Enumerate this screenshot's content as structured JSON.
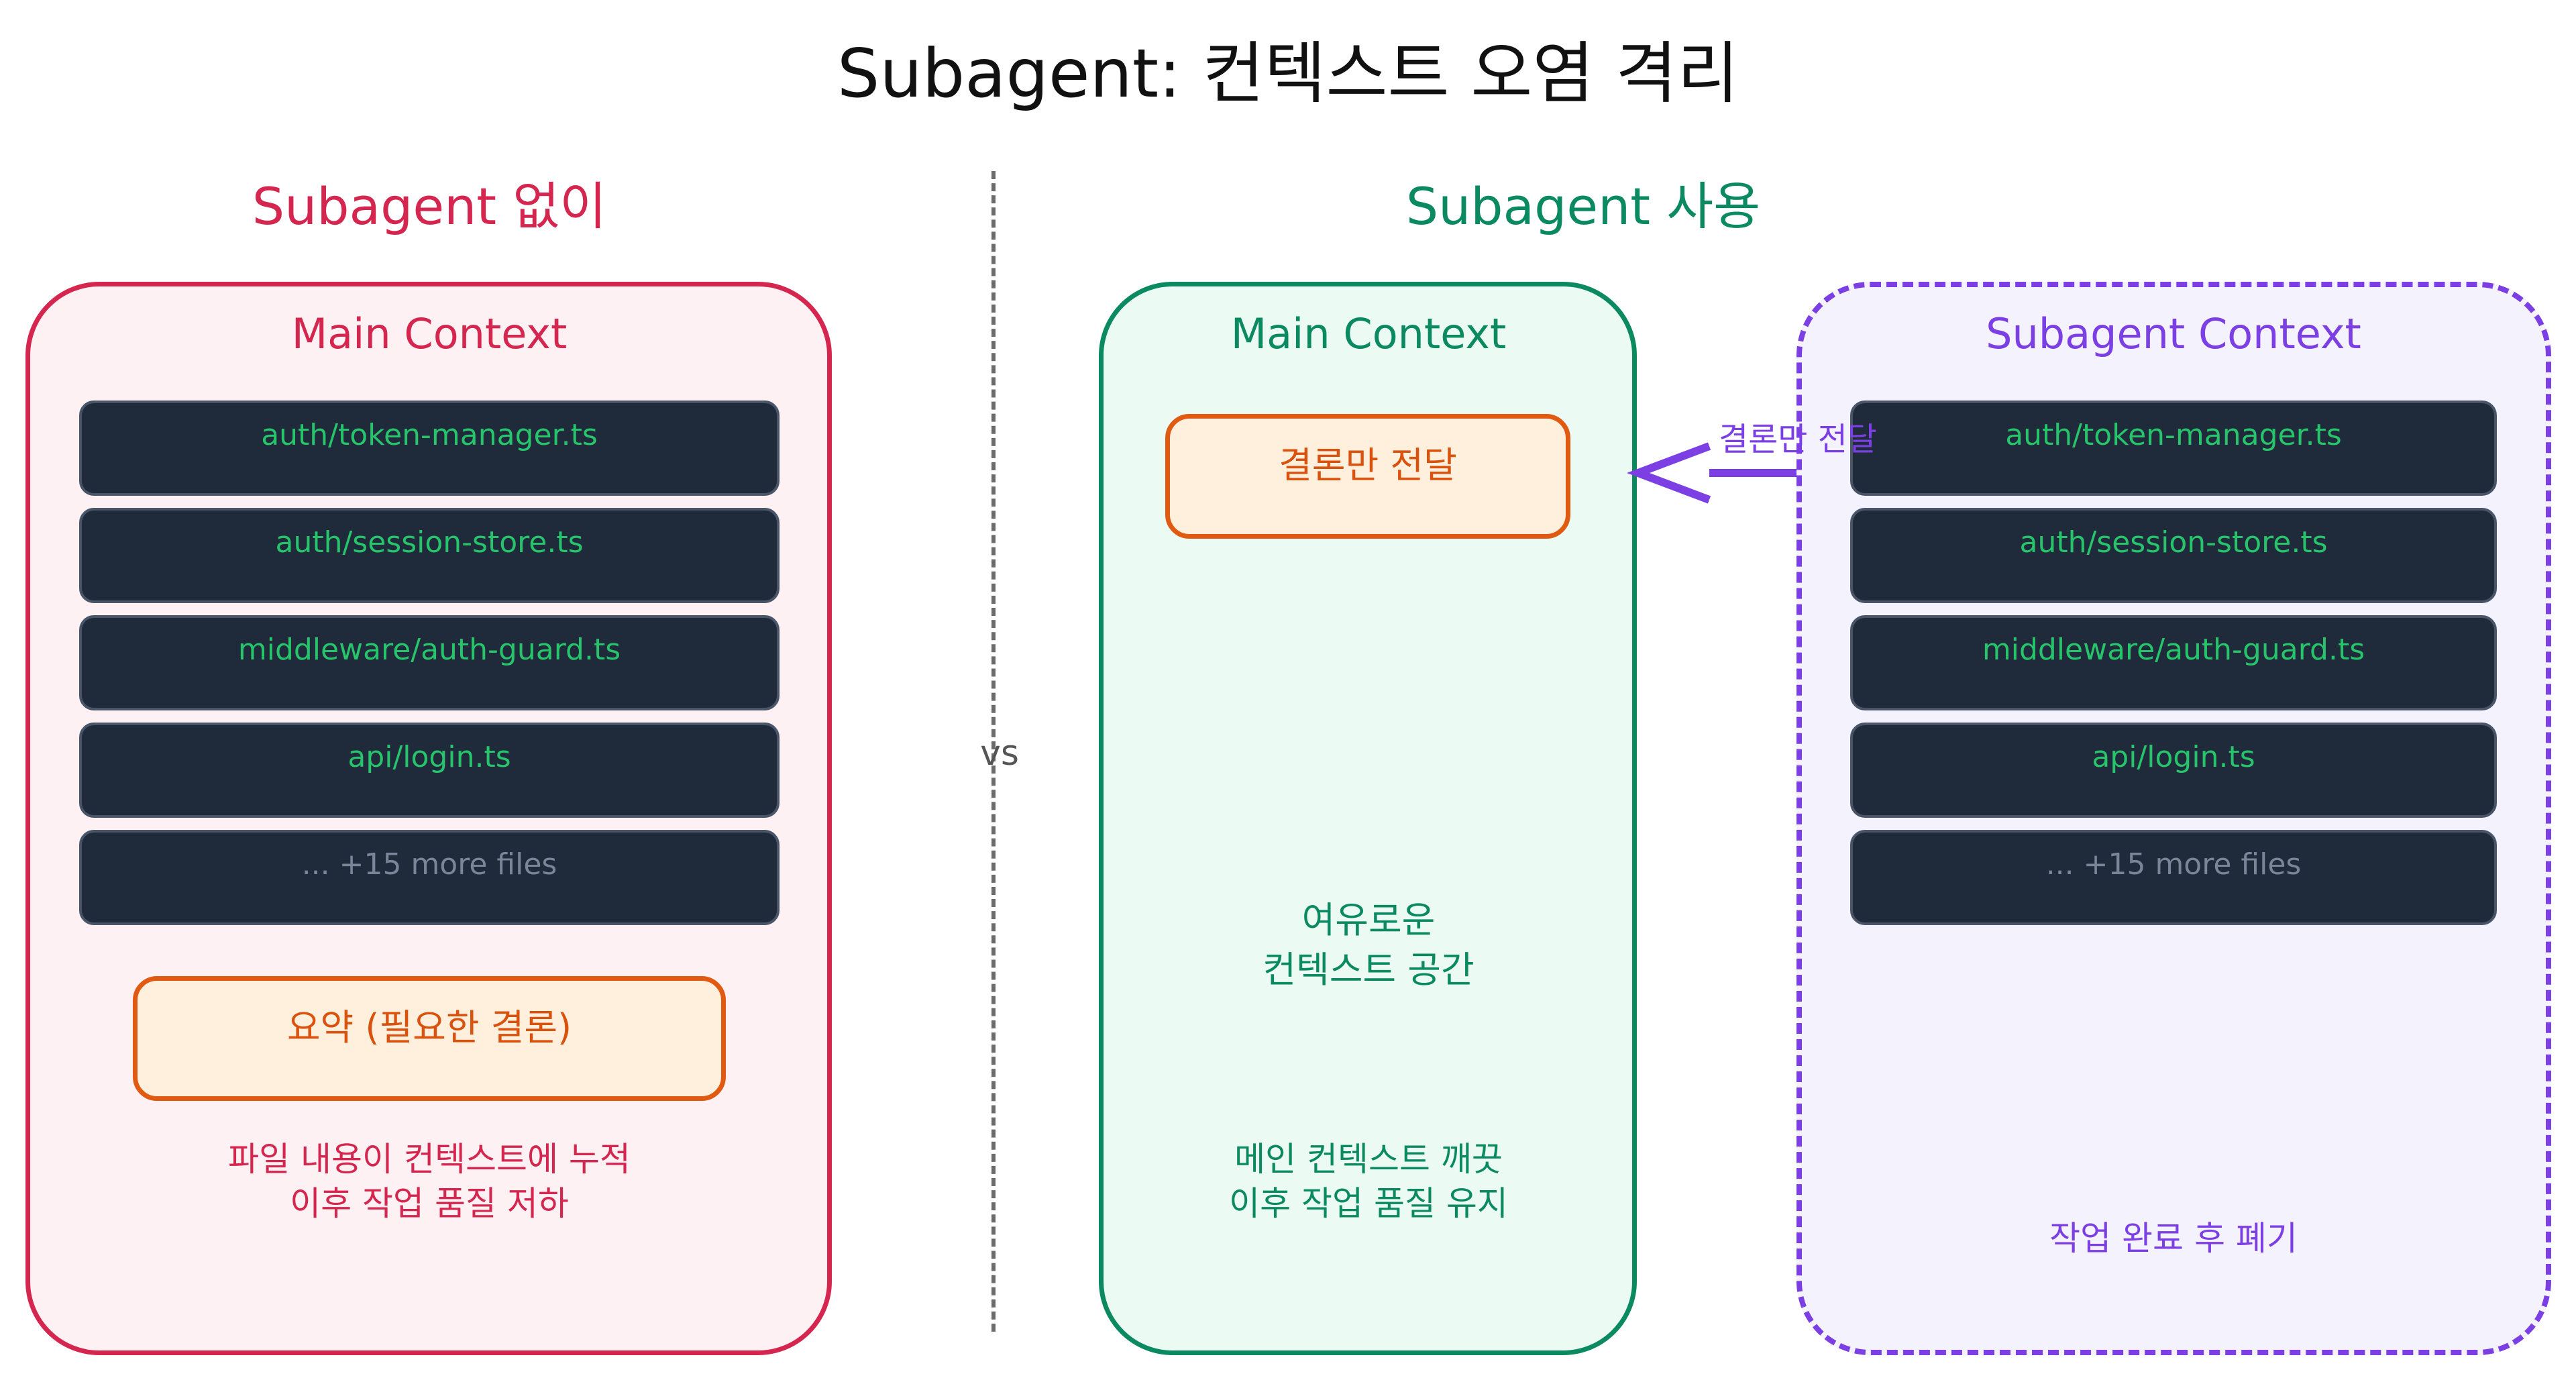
{
  "title": "Subagent: 컨텍스트 오염 격리",
  "vs_label": "vs",
  "left": {
    "section_title": "Subagent 없이",
    "panel_title": "Main Context",
    "files": [
      "auth/token-manager.ts",
      "auth/session-store.ts",
      "middleware/auth-guard.ts",
      "api/login.ts",
      "... +15 more files"
    ],
    "summary_box": "요약 (필요한 결론)",
    "note_lines": [
      "파일 내용이 컨텍스트에 누적",
      "이후 작업 품질 저하"
    ]
  },
  "right": {
    "section_title": "Subagent 사용",
    "main_panel": {
      "title": "Main Context",
      "result_box": "결론만 전달",
      "space_lines": [
        "여유로운",
        "컨텍스트 공간"
      ],
      "note_lines": [
        "메인 컨텍스트 깨끗",
        "이후 작업 품질 유지"
      ]
    },
    "arrow_label": "결론만 전달",
    "subagent_panel": {
      "title": "Subagent Context",
      "files": [
        "auth/token-manager.ts",
        "auth/session-store.ts",
        "middleware/auth-guard.ts",
        "api/login.ts",
        "... +15 more files"
      ],
      "note": "작업 완료 후 폐기"
    }
  },
  "colors": {
    "without_accent": "#d4264f",
    "with_accent": "#0b8a62",
    "subagent_accent": "#7b3fe4",
    "summary_accent": "#e15a12",
    "file_card_bg": "#1f2a3b",
    "file_text": "#27c46b"
  }
}
